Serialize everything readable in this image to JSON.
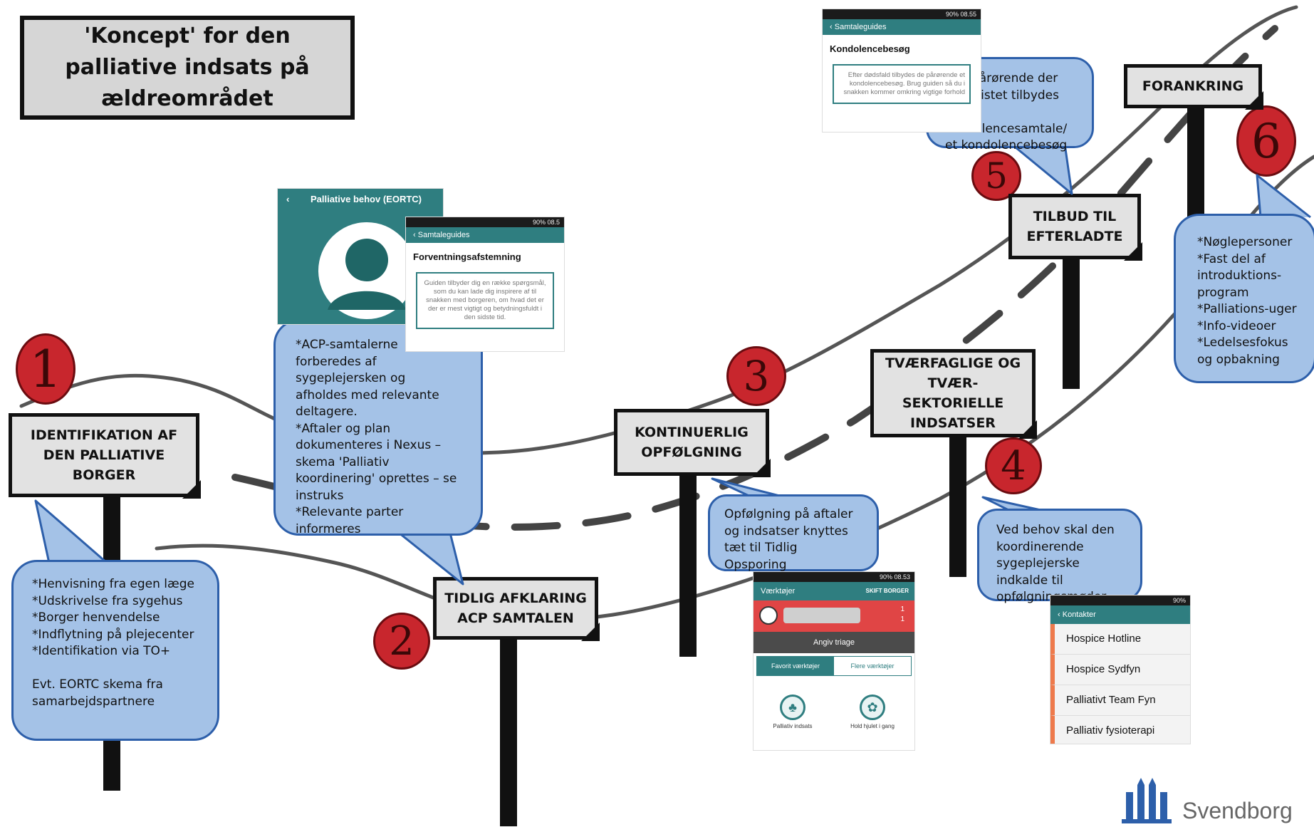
{
  "title": "'Koncept' for den palliative indsats på ældreområdet",
  "steps": [
    {
      "number": "1",
      "sign": "IDENTIFIKATION AF DEN PALLIATIVE BORGER",
      "bubble": "*Henvisning fra egen læge\n*Udskrivelse fra sygehus\n*Borger henvendelse\n*Indflytning på plejecenter\n*Identifikation via TO+\n\nEvt. EORTC skema fra samarbejdspartnere"
    },
    {
      "number": "2",
      "sign": "TIDLIG AFKLARING ACP SAMTALEN",
      "bubble": "*ACP-samtalerne forberedes af sygeplejersken og afholdes med relevante deltagere.\n*Aftaler og plan dokumenteres i Nexus – skema 'Palliativ koordinering' oprettes – se instruks\n*Relevante parter informeres"
    },
    {
      "number": "3",
      "sign": "KONTINUERLIG OPFØLGNING",
      "bubble": "Opfølgning på aftaler og indsatser knyttes tæt til Tidlig Opsporing"
    },
    {
      "number": "4",
      "sign": "TVÆRFAGLIGE OG TVÆR-SEKTORIELLE INDSATSER",
      "bubble": "Ved behov skal den koordinerende sygeplejerske indkalde til opfølgningsmøder"
    },
    {
      "number": "5",
      "sign": "TILBUD TIL EFTERLADTE",
      "bubble": "Alle pårørende der har mistet tilbydes en kondolencesamtale/ et kondolencebesøg"
    },
    {
      "number": "6",
      "sign": "FORANKRING",
      "bubble": "*Nøglepersoner\n*Fast del af introduktions-program\n*Palliations-uger\n*Info-videoer\n*Ledelsesfokus og opbakning"
    }
  ],
  "screens": {
    "eortc": {
      "header": "Palliative behov (EORTC)"
    },
    "forventning": {
      "status": "90% 08.5",
      "app_header": "Samtaleguides",
      "heading": "Forventningsafstemning",
      "text": "Guiden tilbyder dig en række spørgsmål, som du kan lade dig inspirere af til snakken med borgeren, om hvad det er der er mest vigtigt og betydningsfuldt i den sidste tid."
    },
    "kondolence": {
      "status": "90% 08.55",
      "app_header": "Samtaleguides",
      "heading": "Kondolencebesøg",
      "text": "Efter dødsfald tilbydes de pårørende et kondolencebesøg. Brug guiden så du i snakken kommer omkring vigtige forhold"
    },
    "vaerktoejer": {
      "status": "90% 08.53",
      "app_header": "Værktøjer",
      "switch_label": "SKIFT BORGER",
      "badge": "1\n1",
      "triage": "Angiv triage",
      "tab_active": "Favorit værktøjer",
      "tab_other": "Flere værktøjer",
      "tool1": "Palliativ indsats",
      "tool2": "Hold hjulet i gang"
    },
    "kontakter": {
      "status": "90%",
      "app_header": "Kontakter",
      "items": [
        "Hospice Hotline",
        "Hospice Sydfyn",
        "Palliativt Team Fyn",
        "Palliativ fysioterapi"
      ]
    }
  },
  "logo": {
    "text": "Svendborg"
  },
  "colors": {
    "bubble_fill": "#a4c2e7",
    "bubble_border": "#2d5faa",
    "number_red": "#c8262d",
    "app_teal": "#2f7e80",
    "contact_accent": "#ee7a4c"
  }
}
